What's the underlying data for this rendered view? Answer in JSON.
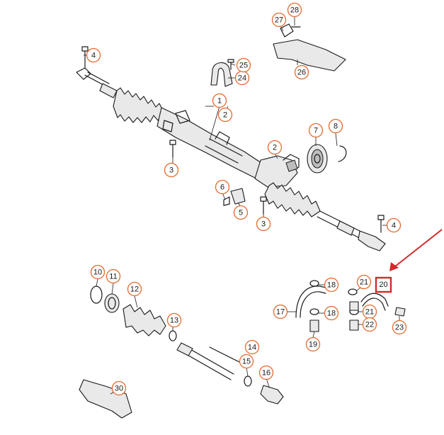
{
  "callouts": [
    {
      "label": "1"
    },
    {
      "label": "2"
    },
    {
      "label": "2"
    },
    {
      "label": "3"
    },
    {
      "label": "3"
    },
    {
      "label": "4"
    },
    {
      "label": "4"
    },
    {
      "label": "5"
    },
    {
      "label": "6"
    },
    {
      "label": "7"
    },
    {
      "label": "8"
    },
    {
      "label": "10"
    },
    {
      "label": "11"
    },
    {
      "label": "12"
    },
    {
      "label": "13"
    },
    {
      "label": "14"
    },
    {
      "label": "15"
    },
    {
      "label": "16"
    },
    {
      "label": "17"
    },
    {
      "label": "18"
    },
    {
      "label": "18"
    },
    {
      "label": "19"
    },
    {
      "label": "21"
    },
    {
      "label": "21"
    },
    {
      "label": "22"
    },
    {
      "label": "23"
    },
    {
      "label": "24"
    },
    {
      "label": "25"
    },
    {
      "label": "26"
    },
    {
      "label": "27"
    },
    {
      "label": "28"
    },
    {
      "label": "30"
    }
  ],
  "highlighted_callout": {
    "label": "20",
    "color": "#d62828"
  },
  "colors": {
    "bubble_stroke": "#e46a2c",
    "highlight": "#d62828",
    "line": "#1a1a1a"
  }
}
